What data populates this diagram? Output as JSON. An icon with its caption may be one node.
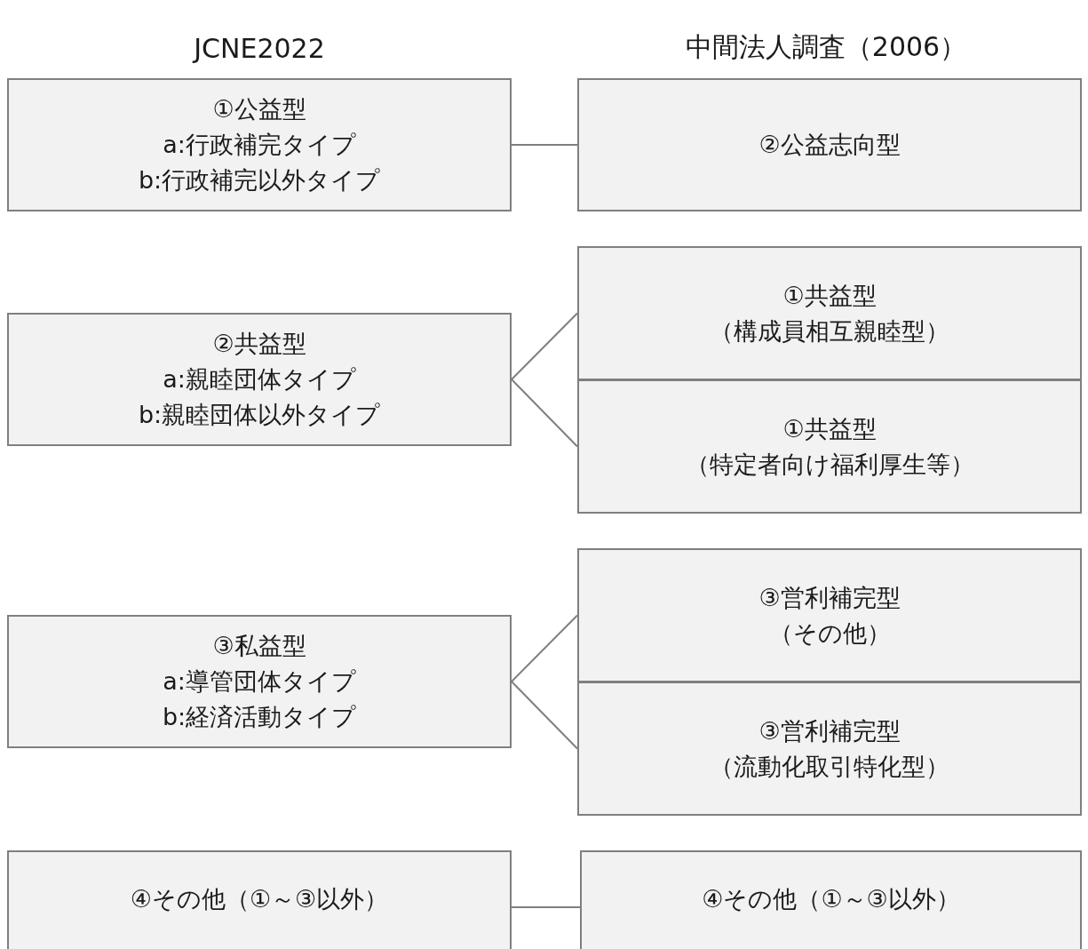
{
  "diagram": {
    "nodes": [
      {
        "text": [
          "①公益型",
          "a:行政補完タイプ",
          "b:行政補完以外タイプ"
        ]
      },
      {
        "text": [
          "②公益志向型"
        ]
      },
      {
        "text": [
          "②共益型",
          "a:親睦団体タイプ",
          "b:親睦団体以外タイプ"
        ]
      },
      {
        "text": [
          "①共益型",
          "（構成員相互親睦型）"
        ]
      },
      {
        "text": [
          "①共益型",
          "（特定者向け福利厚生等）"
        ]
      },
      {
        "text": [
          "③私益型",
          "a:導管団体タイプ",
          "b:経済活動タイプ"
        ]
      },
      {
        "text": [
          "③営利補完型",
          "（その他）"
        ]
      },
      {
        "text": [
          "③営利補完型",
          "（流動化取引特化型）"
        ]
      },
      {
        "text": [
          "④その他（①～③以外）"
        ]
      },
      {
        "text": [
          "④その他（①～③以外）"
        ]
      }
    ],
    "edges": [
      {
        "from": 0,
        "to": 1,
        "arrow": "none"
      },
      {
        "from": 2,
        "to": 3,
        "arrow": "none"
      },
      {
        "from": 2,
        "to": 4,
        "arrow": "none"
      },
      {
        "from": 5,
        "to": 6,
        "arrow": "none"
      },
      {
        "from": 5,
        "to": 7,
        "arrow": "none"
      },
      {
        "from": 8,
        "to": 9,
        "arrow": "none"
      }
    ],
    "labels": [
      "JCNE2022",
      "中間法人調査（2006）"
    ]
  }
}
